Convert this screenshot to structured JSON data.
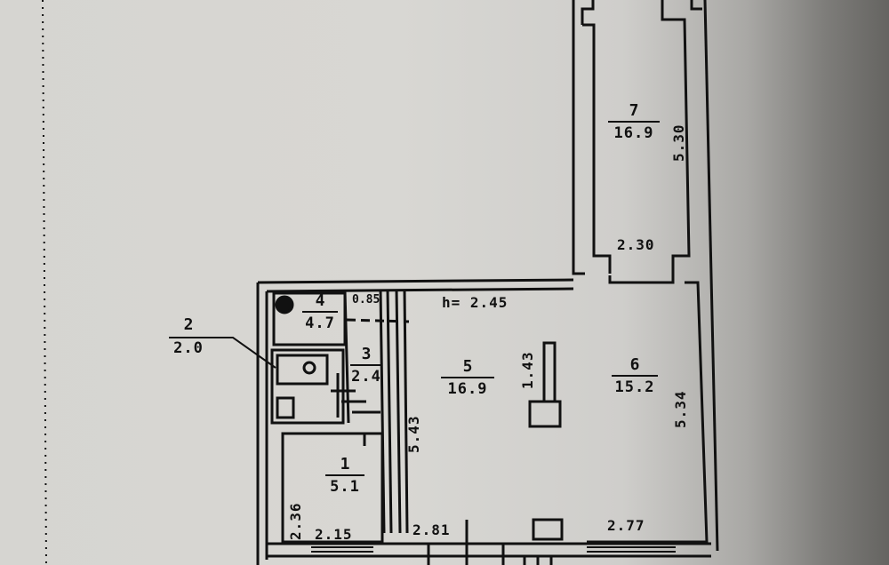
{
  "document": {
    "type": "apartment floor plan",
    "ceiling_height": "h= 2.45"
  },
  "rooms": [
    {
      "number": "1",
      "area": "5.1"
    },
    {
      "number": "2",
      "area": "2.0"
    },
    {
      "number": "3",
      "area": "2.4"
    },
    {
      "number": "4",
      "area": "4.7"
    },
    {
      "number": "5",
      "area": "16.9"
    },
    {
      "number": "6",
      "area": "15.2"
    },
    {
      "number": "7",
      "area": "16.9"
    }
  ],
  "dimensions": {
    "room7_length": "5.30",
    "room7_width": "2.30",
    "room5_length": "5.43",
    "room5_width": "2.81",
    "room6_length": "5.34",
    "room6_width": "2.77",
    "room1_length": "2.36",
    "room1_width": "2.15",
    "corridor_width": "0.85",
    "partition_length": "1.43"
  },
  "colors": {
    "paper": "#d6d5d1",
    "ink": "#111111",
    "shadow": "#656461"
  }
}
